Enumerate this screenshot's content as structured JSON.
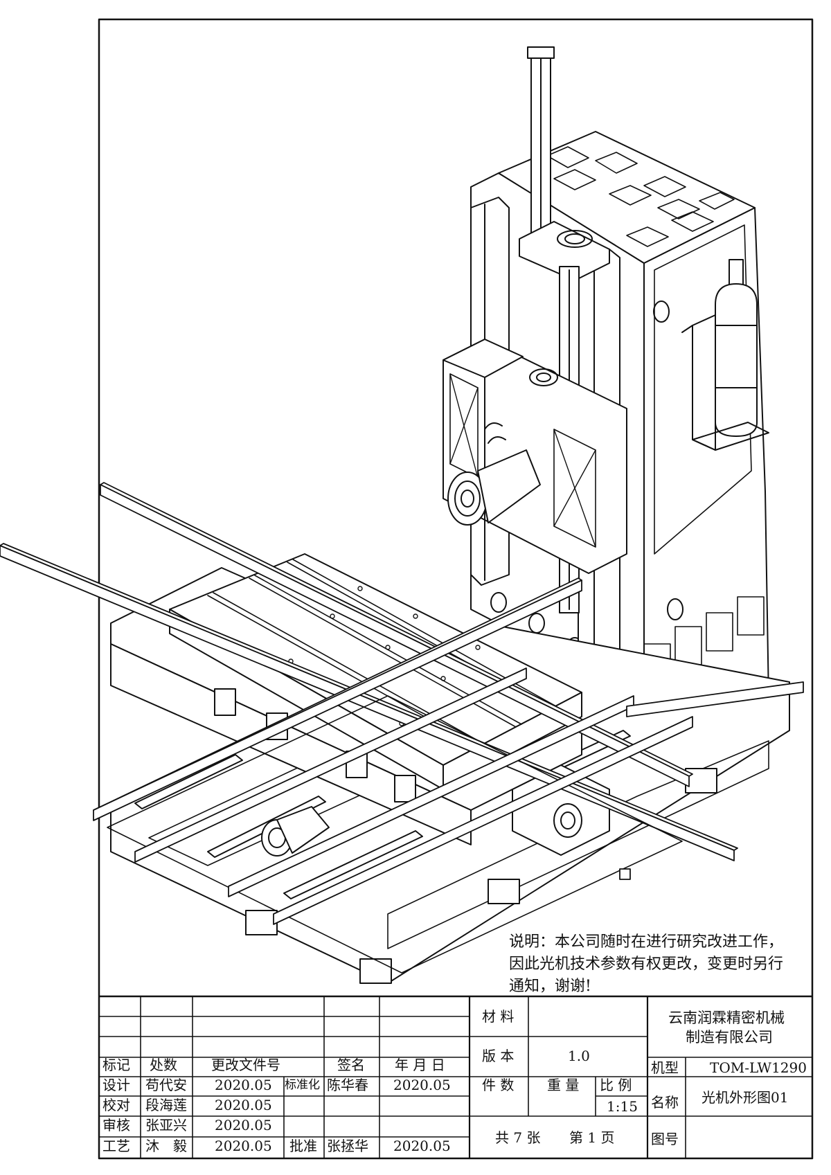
{
  "note": {
    "line1": "说明：本公司随时在进行研究改进工作，",
    "line2": "因此光机技术参数有权更改，变更时另行",
    "line3": "通知，谢谢!"
  },
  "title_block": {
    "revision_headers": {
      "mark": "标记",
      "count": "处数",
      "doc_no": "更改文件号",
      "signature": "签名",
      "date": "年 月 日"
    },
    "roles": {
      "design": "设计",
      "check": "校对",
      "review": "审核",
      "process": "工艺",
      "standardize": "标准化",
      "approve": "批准"
    },
    "people": {
      "design": "苟代安",
      "check": "段海莲",
      "review": "张亚兴",
      "process": "沐　毅",
      "standardize": "陈华春",
      "approve": "张拯华"
    },
    "dates": {
      "design": "2020.05",
      "check": "2020.05",
      "review": "2020.05",
      "process": "2020.05",
      "standardize": "2020.05",
      "approve": "2020.05"
    },
    "material_label": "材 料",
    "version_label": "版 本",
    "version_value": "1.0",
    "pieces_label": "件 数",
    "weight_label": "重 量",
    "ratio_label": "比 例",
    "ratio_value": "1:15",
    "sheets": "共 7 张",
    "page": "第 1 页",
    "company_line1": "云南润霖精密机械",
    "company_line2": "制造有限公司",
    "model_label": "机型",
    "model_value": "TOM-LW1290",
    "name_label": "名称",
    "name_value": "光机外形图01",
    "drawing_no_label": "图号"
  }
}
